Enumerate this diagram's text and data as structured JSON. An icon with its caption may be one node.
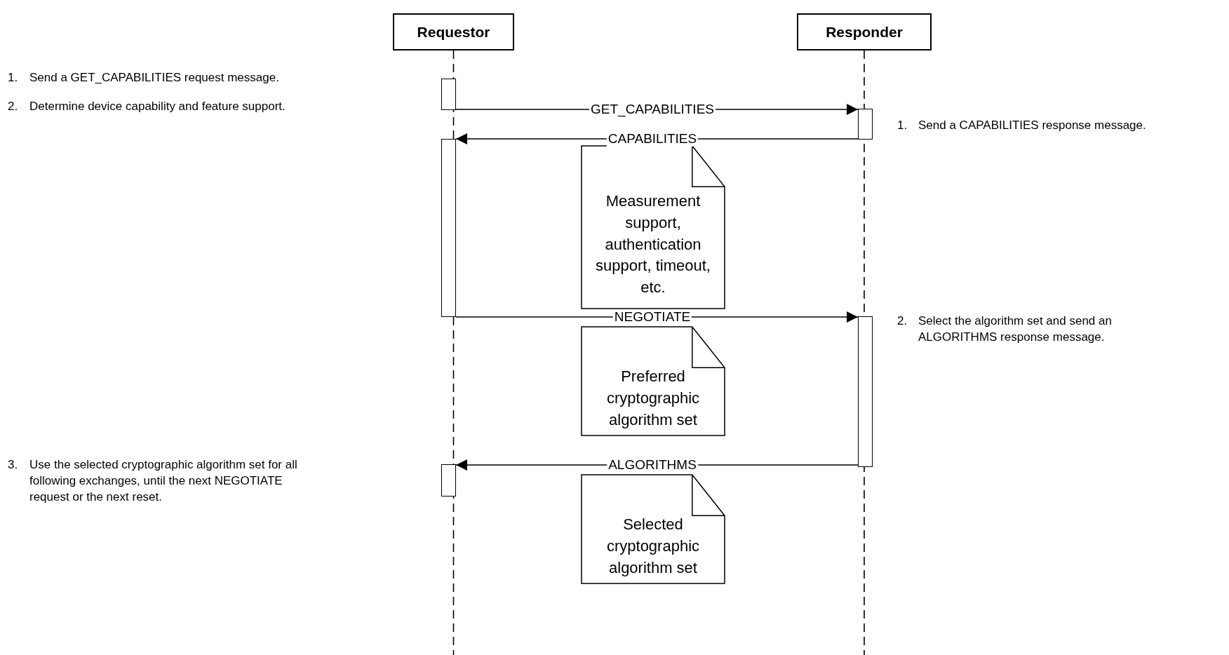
{
  "diagram": {
    "nodes": [
      {
        "text": [
          "Requestor"
        ]
      },
      {
        "text": [
          "Responder"
        ]
      },
      {
        "text": [],
        "shape": "box"
      },
      {
        "text": [],
        "shape": "box"
      },
      {
        "text": [],
        "shape": "box"
      },
      {
        "text": [],
        "shape": "box"
      },
      {
        "text": [],
        "shape": "box"
      },
      {
        "text": [
          "Measurement support, authentication support, timeout, etc."
        ]
      },
      {
        "text": [
          "Preferred cryptographic algorithm set"
        ]
      },
      {
        "text": [
          "Selected cryptographic algorithm set"
        ]
      }
    ],
    "edges": [
      {
        "from": 0,
        "to": null,
        "arrow": "none",
        "style": "dashed"
      },
      {
        "from": 1,
        "to": null,
        "arrow": "none",
        "style": "dashed"
      },
      {
        "from": 2,
        "to": 5,
        "arrow": "to",
        "label": "GET_CAPABILITIES"
      },
      {
        "from": 5,
        "to": 3,
        "arrow": "to",
        "label": "CAPABILITIES"
      },
      {
        "from": 3,
        "to": 6,
        "arrow": "to",
        "label": "NEGOTIATE"
      },
      {
        "from": 6,
        "to": 4,
        "arrow": "to",
        "label": "ALGORITHMS"
      }
    ],
    "labels": [
      "1.",
      "Send a GET_CAPABILITIES request message.",
      "1.",
      "Send a CAPABILITIES response message.",
      "2.",
      "Determine device capability and feature support.",
      "2.",
      "Select the algorithm set and send an ALGORITHMS response message.",
      "3.",
      "Use the selected cryptographic algorithm set for all following exchanges, until the next NEGOTIATE request or the next reset."
    ]
  }
}
